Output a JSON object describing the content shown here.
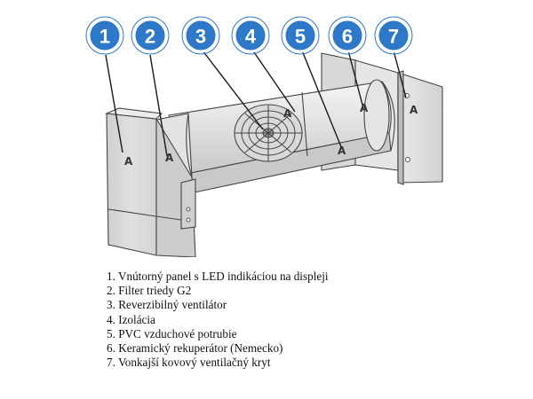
{
  "badges": [
    {
      "num": "1",
      "tag": "A"
    },
    {
      "num": "2",
      "tag": "A"
    },
    {
      "num": "3",
      "tag": ""
    },
    {
      "num": "4",
      "tag": "A"
    },
    {
      "num": "5",
      "tag": "A"
    },
    {
      "num": "6",
      "tag": "A"
    },
    {
      "num": "7",
      "tag": "A"
    }
  ],
  "legend": [
    "1. Vnútorný panel s LED indikáciou na displeji",
    "2. Filter triedy G2",
    "3. Reverzibilný ventilátor",
    "4. Izolácia",
    "5. PVC vzduchové potrubie",
    "6. Keramický rekuperátor (Nemecko)",
    "7. Vonkajší kovový ventilačný kryt"
  ],
  "colors": {
    "badge": "#2d78c8",
    "body_light": "#eaeaea",
    "body_mid": "#d6d6d6",
    "body_dark": "#bdbdbd",
    "outline": "#444444"
  }
}
